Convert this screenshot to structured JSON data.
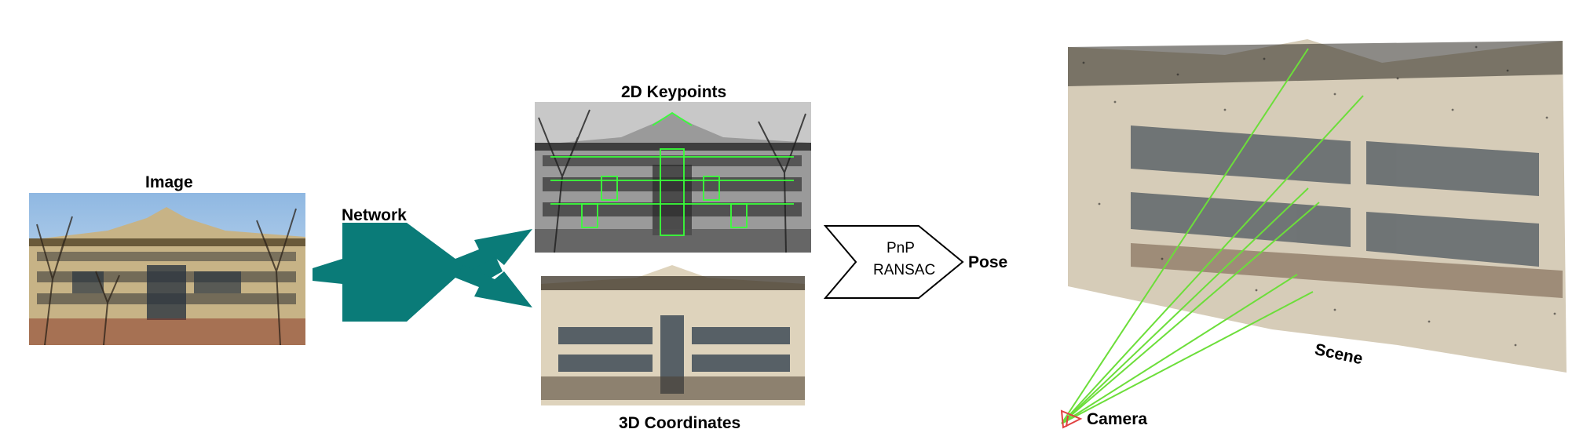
{
  "labels": {
    "image": "Image",
    "network": "Network",
    "keypoints": "2D Keypoints",
    "coordinates": "3D Coordinates",
    "pnp": "PnP",
    "ransac": "RANSAC",
    "pose": "Pose",
    "scene": "Scene",
    "camera": "Camera"
  },
  "colors": {
    "network": "#0a7b78",
    "keypoint": "#39ff39",
    "ray": "#6cde3a",
    "camera": "#e04040",
    "sky": "#9cc3e6",
    "facade": "#c9b88a",
    "facade_dark": "#5a4a30"
  }
}
